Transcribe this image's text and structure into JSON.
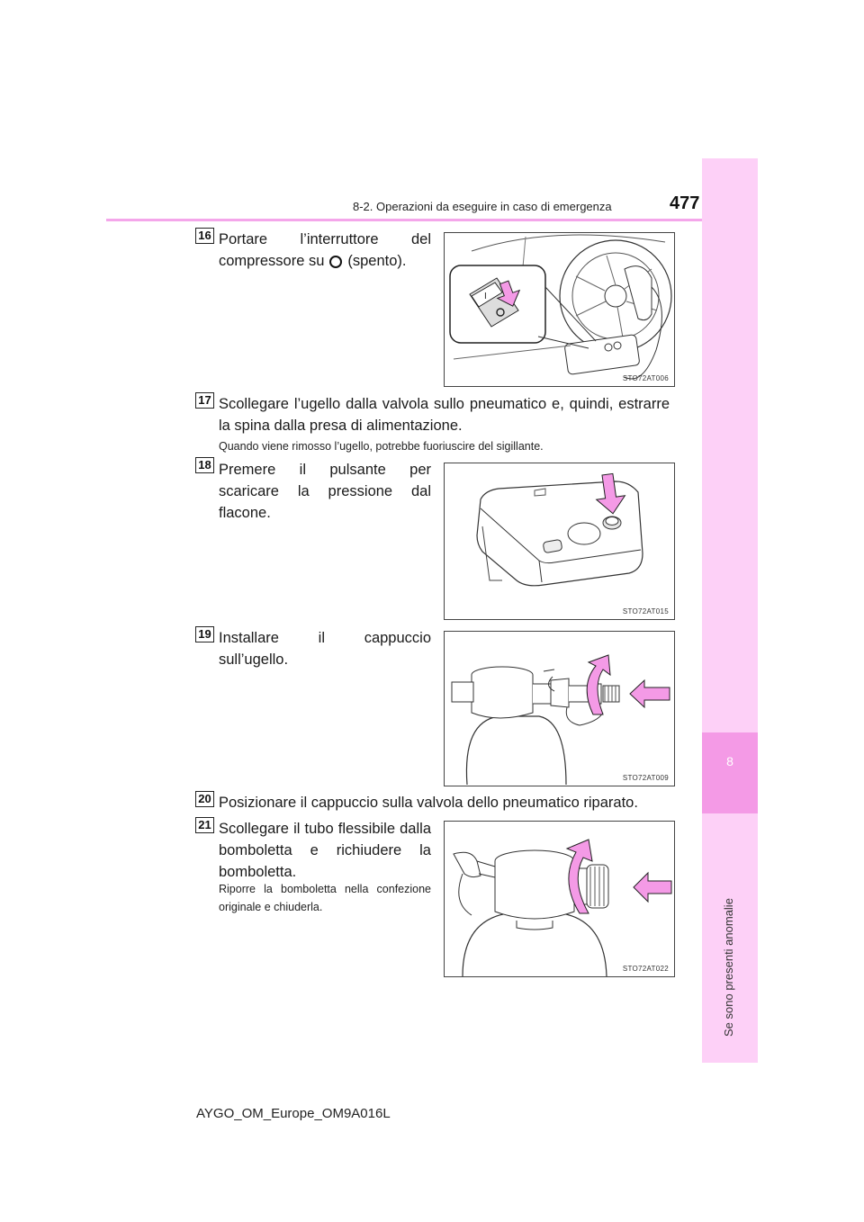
{
  "header": {
    "section_title": "8-2. Operazioni da eseguire in caso di emergenza",
    "page_number": "477"
  },
  "side_tab": {
    "chapter_number": "8",
    "chapter_title": "Se sono presenti anomalie",
    "colors": {
      "tab_light": "#fdd0f7",
      "tab_dark": "#f49ae6",
      "rule": "#f4a6ea"
    }
  },
  "steps": [
    {
      "number": "16",
      "text_before_icon": "Portare l’interruttore del compressore su",
      "icon": "off-circle-icon",
      "text_after_icon": "(spento).",
      "figure_code": "STO72AT006"
    },
    {
      "number": "17",
      "text": "Scollegare l’ugello dalla valvola sullo pneumatico e, quindi, estrarre la spina dalla presa di alimentazione.",
      "note": "Quando viene rimosso l’ugello, potrebbe fuoriuscire del sigillante."
    },
    {
      "number": "18",
      "text": "Premere il pulsante per scaricare la pressione dal flacone.",
      "figure_code": "STO72AT015"
    },
    {
      "number": "19",
      "text": "Installare il cappuccio sull’ugello.",
      "figure_code": "STO72AT009"
    },
    {
      "number": "20",
      "text": "Posizionare il cappuccio sulla valvola dello pneumatico riparato."
    },
    {
      "number": "21",
      "text": "Scollegare il tubo flessibile dalla bomboletta e richiudere la bomboletta.",
      "note": "Riporre la bomboletta nella confezione originale e chiuderla.",
      "figure_code": "STO72AT022"
    }
  ],
  "footer": {
    "manual_code": "AYGO_OM_Europe_OM9A016L"
  }
}
